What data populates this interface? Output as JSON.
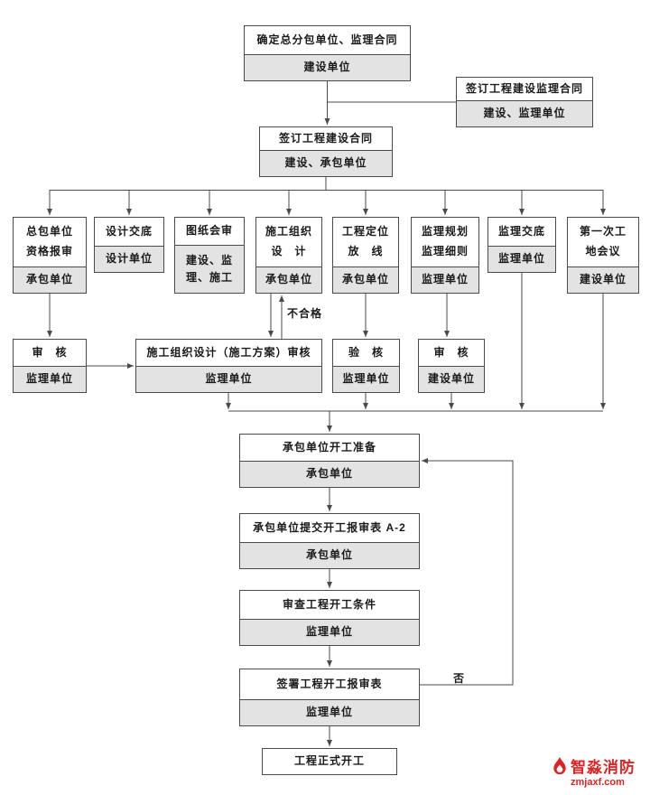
{
  "labels": {
    "reject": "不合格",
    "no": "否"
  },
  "logo": {
    "name": "智淼消防",
    "site": "zmjaxf.com",
    "color": "#e12222"
  },
  "colors": {
    "line": "#4a4a4a",
    "box_fill": "#e3e3e3",
    "background": "#ffffff"
  },
  "nodes": {
    "determine_contractors": {
      "title": "确定总分包单位、监理合同",
      "sub": "建设单位"
    },
    "sign_supervision": {
      "title": "签订工程建设监理合同",
      "sub": "建设、监理单位"
    },
    "sign_construction": {
      "title": "签订工程建设合同",
      "sub": "建设、承包单位"
    },
    "gc_qualification": {
      "title": "总包单位\n资格报审",
      "sub": "承包单位"
    },
    "design_disclosure": {
      "title": "设计交底",
      "sub": "设计单位"
    },
    "drawing_review": {
      "title": "图纸会审",
      "sub": "建设、监\n理、施工"
    },
    "construction_org_design": {
      "title": "施工组织\n设　计",
      "sub": "承包单位"
    },
    "site_positioning": {
      "title": "工程定位\n放　线",
      "sub": "承包单位"
    },
    "supervision_plan": {
      "title": "监理规划\n监理细则",
      "sub": "监理单位"
    },
    "supervision_disclosure": {
      "title": "监理交底",
      "sub": "监理单位"
    },
    "first_site_meeting": {
      "title": "第一次工\n地会议",
      "sub": "建设单位"
    },
    "review_qualification": {
      "title": "审　核",
      "sub": "监理单位"
    },
    "review_org_design": {
      "title": "施工组织设计（施工方案）审核",
      "sub": "监理单位"
    },
    "verify_positioning": {
      "title": "验　核",
      "sub": "监理单位"
    },
    "review_plan": {
      "title": "审　核",
      "sub": "建设单位"
    },
    "contractor_preparation": {
      "title": "承包单位开工准备",
      "sub": "承包单位"
    },
    "submit_form": {
      "title": "承包单位提交开工报审表 A-2",
      "sub": "承包单位"
    },
    "review_conditions": {
      "title": "审查工程开工条件",
      "sub": "监理单位"
    },
    "sign_form": {
      "title": "签署工程开工报审表",
      "sub": "监理单位"
    },
    "official_start": {
      "title": "工程正式开工"
    }
  }
}
